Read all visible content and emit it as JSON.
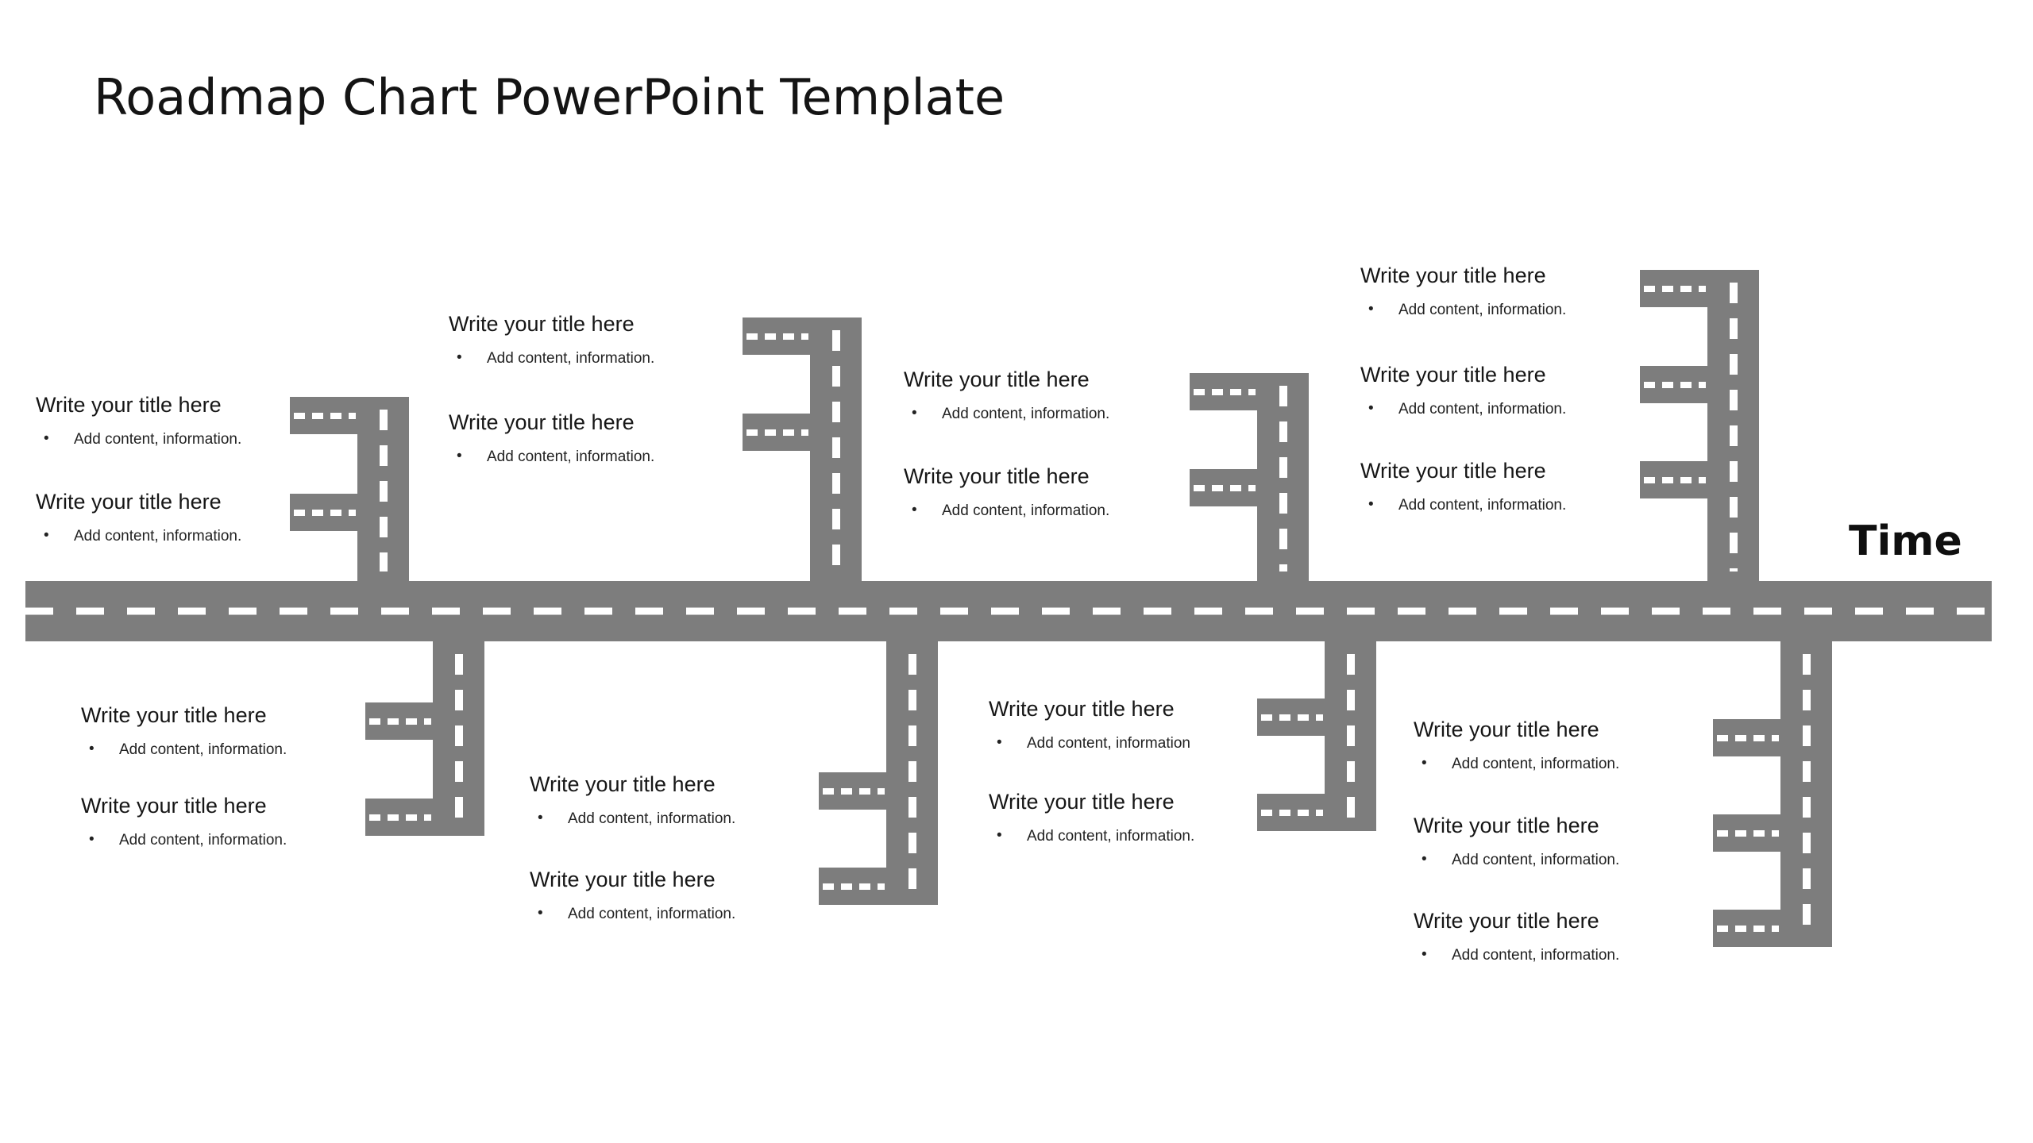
{
  "slide": {
    "title": "Roadmap Chart PowerPoint Template"
  },
  "axis": {
    "label": "Time"
  },
  "colors": {
    "background": "#ffffff",
    "road": "#7d7d7d",
    "road_line": "#ffffff",
    "text": "#1c1c1c"
  },
  "bullet_marker": "•",
  "milestones": {
    "above": [
      {
        "items": [
          {
            "title": "Write your title here",
            "bullet": "Add content, information."
          },
          {
            "title": "Write your title here",
            "bullet": "Add content, information."
          }
        ]
      },
      {
        "items": [
          {
            "title": "Write your title here",
            "bullet": "Add content, information."
          },
          {
            "title": "Write your title here",
            "bullet": "Add content, information."
          }
        ]
      },
      {
        "items": [
          {
            "title": "Write your title here",
            "bullet": "Add content, information."
          },
          {
            "title": "Write your title here",
            "bullet": "Add content, information."
          }
        ]
      },
      {
        "items": [
          {
            "title": "Write your title here",
            "bullet": "Add content, information."
          },
          {
            "title": "Write your title here",
            "bullet": "Add content, information."
          },
          {
            "title": "Write your title here",
            "bullet": "Add content, information."
          }
        ]
      }
    ],
    "below": [
      {
        "items": [
          {
            "title": "Write your title here",
            "bullet": "Add content, information."
          },
          {
            "title": "Write your title here",
            "bullet": "Add content, information."
          }
        ]
      },
      {
        "items": [
          {
            "title": "Write your title here",
            "bullet": "Add content, information."
          },
          {
            "title": "Write your title here",
            "bullet": "Add content, information."
          }
        ]
      },
      {
        "items": [
          {
            "title": "Write your title here",
            "bullet": "Add content, information"
          },
          {
            "title": "Write your title here",
            "bullet": "Add content, information."
          }
        ]
      },
      {
        "items": [
          {
            "title": "Write your title here",
            "bullet": "Add content, information."
          },
          {
            "title": "Write your title here",
            "bullet": "Add content, information."
          },
          {
            "title": "Write your title here",
            "bullet": "Add content, information."
          }
        ]
      }
    ]
  }
}
